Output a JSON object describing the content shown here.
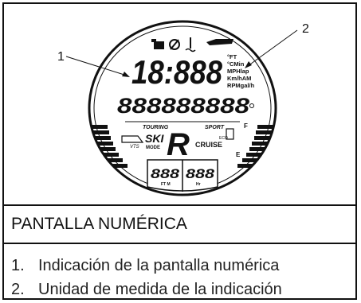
{
  "figure": {
    "callouts": [
      "1",
      "2"
    ],
    "display": {
      "main_digits": "18:888",
      "units_top": [
        "°FT",
        "°CMin"
      ],
      "units_mid": [
        "MPHlap",
        "Km/hAM",
        "RPMgal/h"
      ],
      "segment_row": "888888888",
      "bar_labels": [
        "TOURING",
        "SPORT"
      ],
      "ski_text": "SKI",
      "mode_text": "MODE",
      "vts_text": "VTS",
      "gear": "R",
      "cruise_text": "CRUISE",
      "eco_text": "ECO",
      "fuel_f": "F",
      "fuel_e": "E",
      "bottom_left_digits": "888",
      "bottom_left_unit": "FT M",
      "bottom_right_digits": "888",
      "bottom_right_unit": "Hr"
    }
  },
  "caption": "PANTALLA NUMÉRICA",
  "notes": [
    {
      "num": "1.",
      "text": "Indicación de la pantalla numérica"
    },
    {
      "num": "2.",
      "text": "Unidad de medida de la indicación"
    }
  ]
}
